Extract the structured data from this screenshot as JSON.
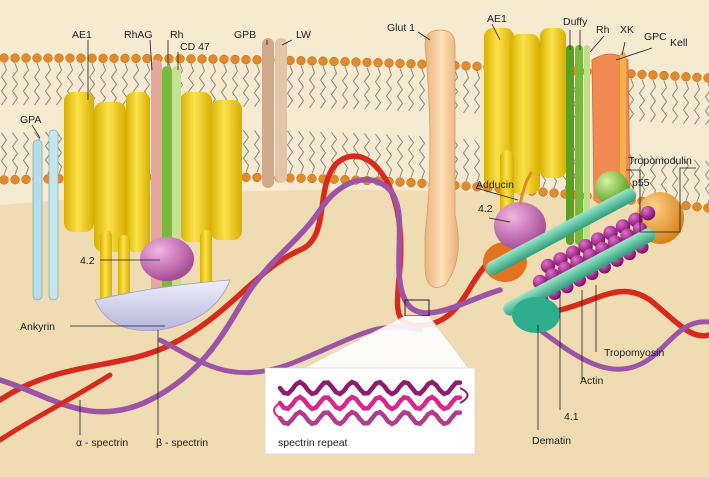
{
  "labels": {
    "ae1_left": "AE1",
    "rhag": "RhAG",
    "rh_left": "Rh",
    "cd47": "CD 47",
    "gpb": "GPB",
    "lw": "LW",
    "glut1": "Glut 1",
    "ae1_right": "AE1",
    "duffy": "Duffy",
    "rh_right": "Rh",
    "xk": "XK",
    "gpc": "GPC",
    "kell": "Kell",
    "gpa": "GPA",
    "tropomodulin": "Tropomodulin",
    "adducin": "Adducin",
    "p55": "p55",
    "band42_right": "4.2",
    "band42_left": "4.2",
    "ankyrin": "Ankyrin",
    "tropomyosin": "Tropomyosin",
    "actin": "Actin",
    "band41": "4.1",
    "dematin": "Dematin",
    "alpha_spectrin": "α - spectrin",
    "beta_spectrin": "β - spectrin",
    "spectrin_repeat": "spectrin repeat"
  },
  "colors": {
    "background": "#f4e6c8",
    "cytoplasm": "#f0dcb3",
    "lipid_head": "#e08a2c",
    "lipid_tail": "#8a8a8a",
    "band3": "#f2cf10",
    "band42": "#c774b5",
    "ankyrin": "#c9c9e6",
    "glut1": "#f7cf9e",
    "alpha_spectrin": "#9c55a6",
    "beta_spectrin": "#d82a1c",
    "actin": "#a11d8c",
    "tropomyosin": "#5ec9a5",
    "p55": "#7ab83a",
    "tropomodulin": "#e59a2e",
    "rh": "#78b83a",
    "kell": "#f08a50",
    "gpa": "#b6dce6"
  }
}
